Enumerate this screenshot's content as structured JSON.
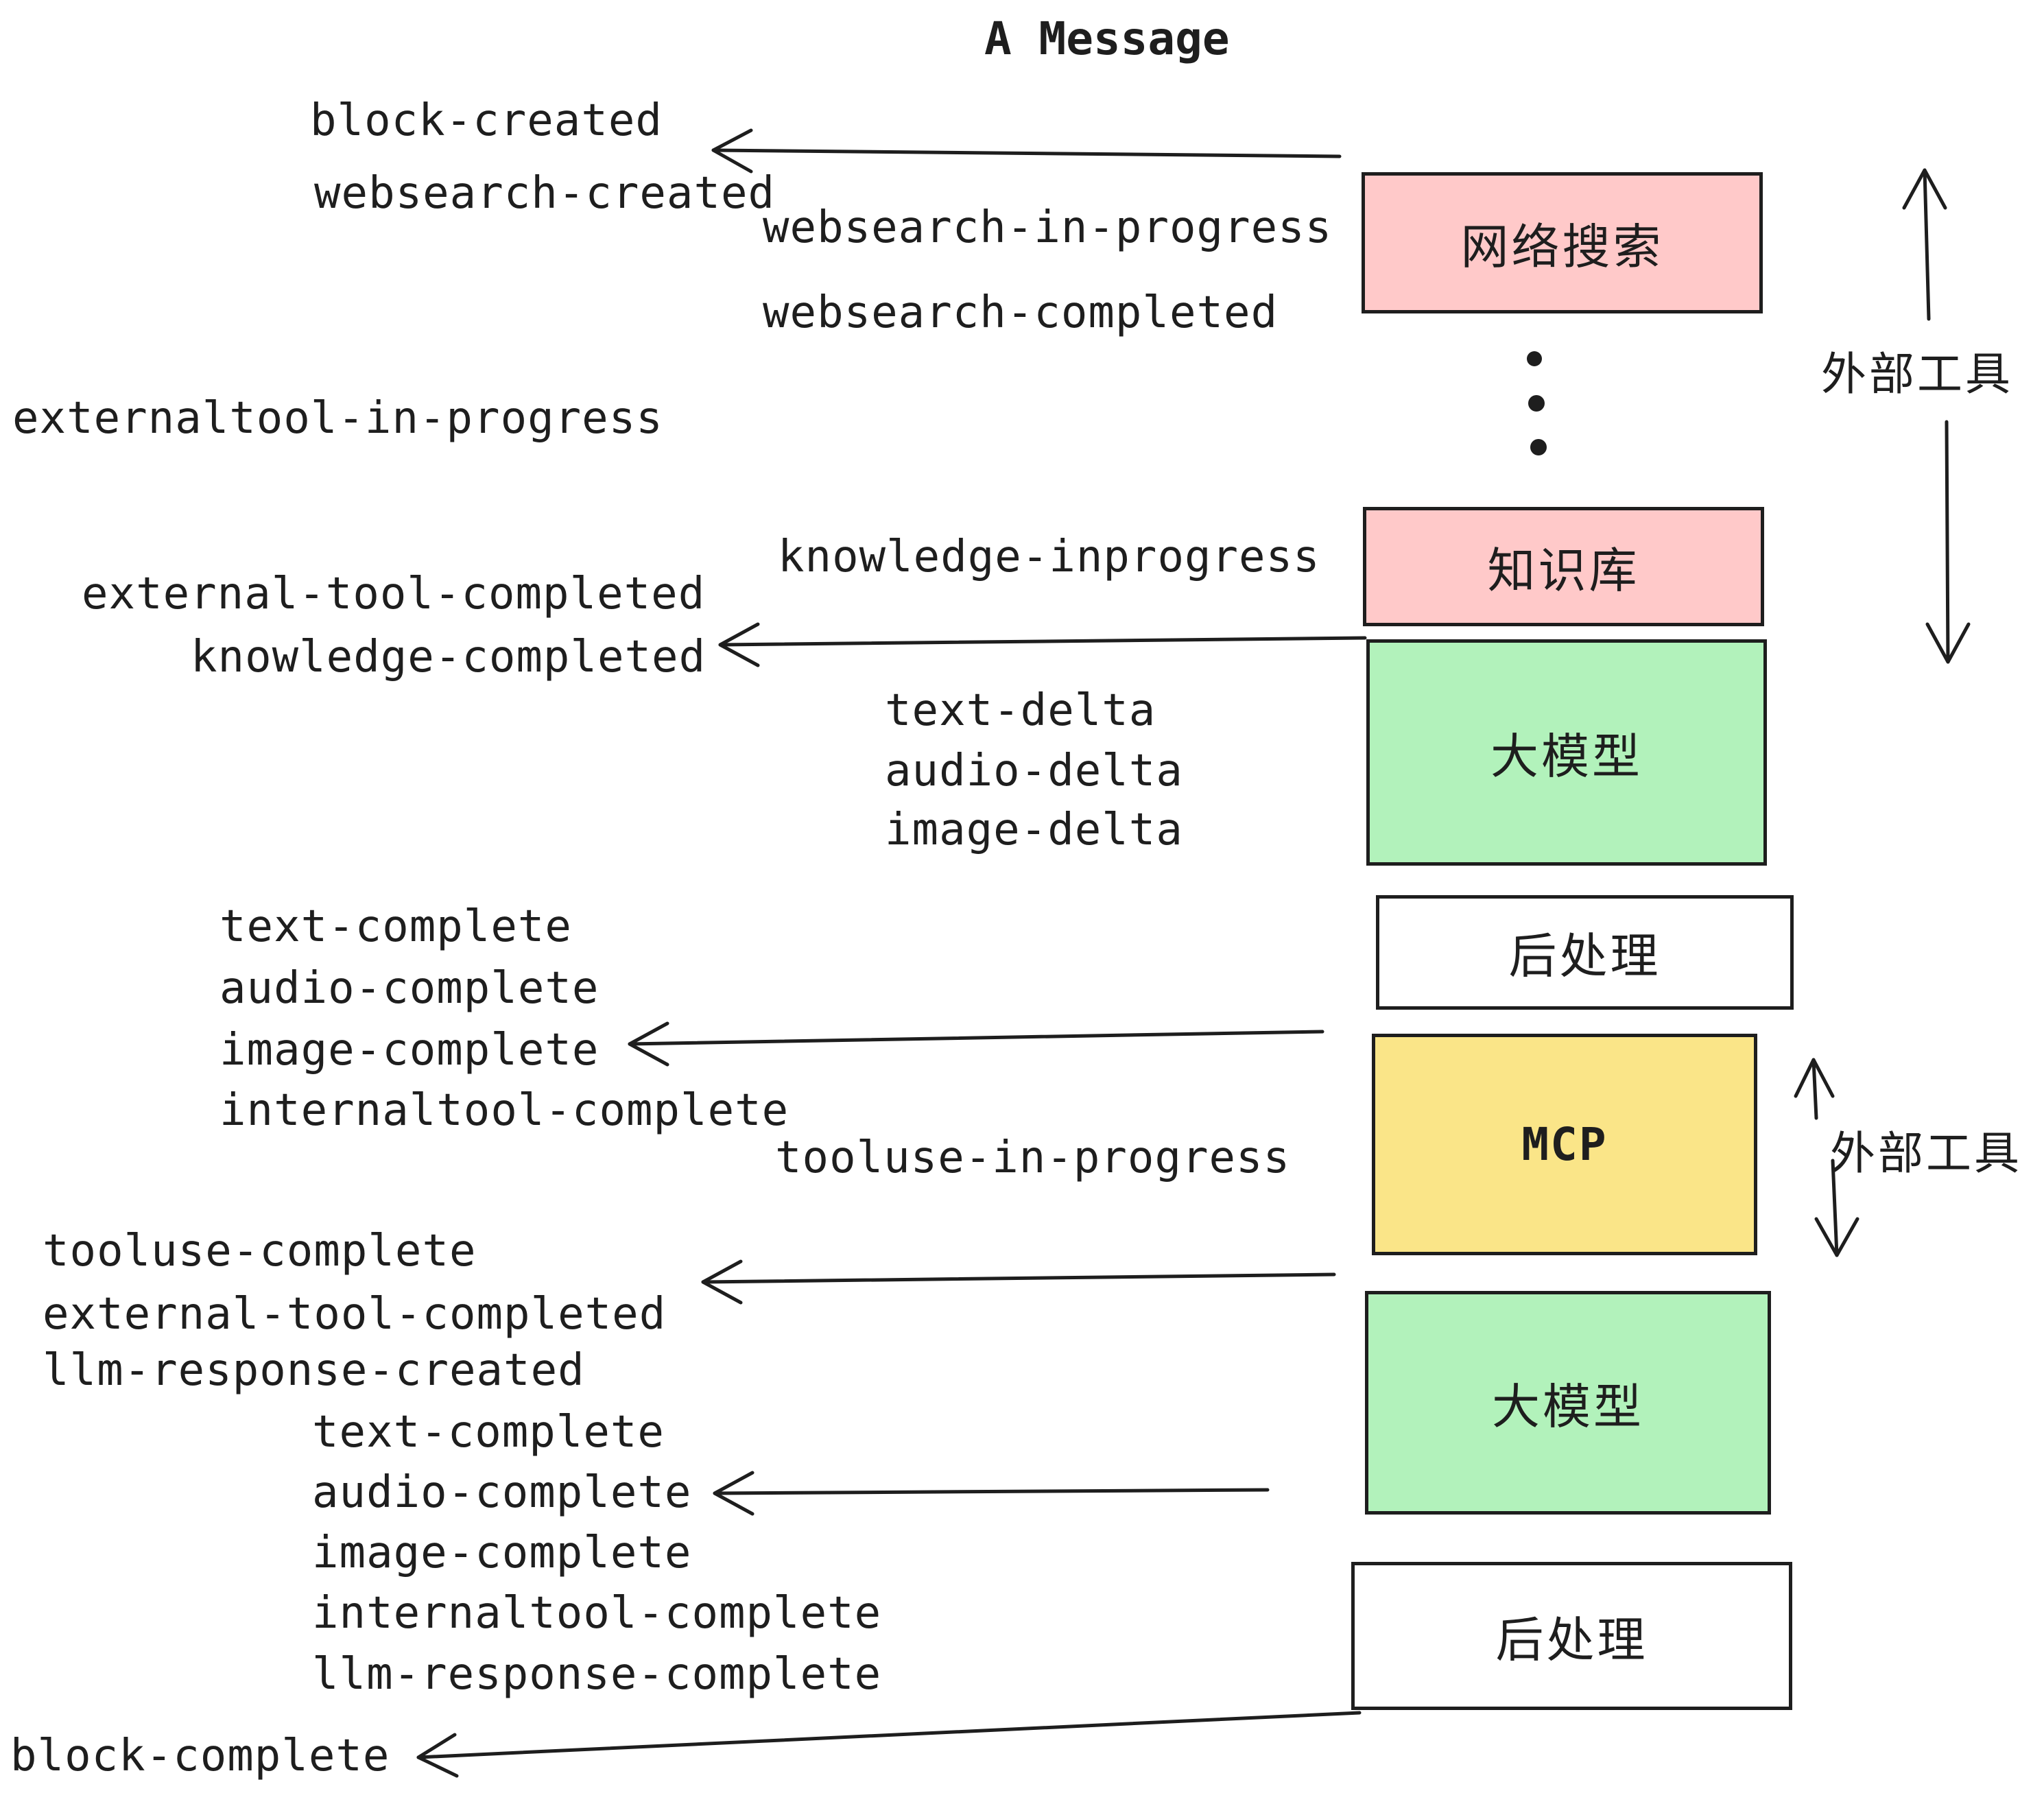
{
  "title": "A Message",
  "events": [
    "block-created",
    "websearch-created",
    "websearch-in-progress",
    "websearch-completed",
    "externaltool-in-progress",
    "knowledge-inprogress",
    "external-tool-completed",
    "knowledge-completed",
    "text-delta",
    "audio-delta",
    "image-delta",
    "text-complete",
    "audio-complete",
    "image-complete",
    "internaltool-complete",
    "tooluse-in-progress",
    "tooluse-complete",
    "external-tool-completed",
    "llm-response-created",
    "text-complete",
    "audio-complete",
    "image-complete",
    "internaltool-complete",
    "llm-response-complete",
    "block-complete"
  ],
  "boxes": {
    "websearch": {
      "label": "网络搜索",
      "fill": "#ffc9c9"
    },
    "knowledge": {
      "label": "知识库",
      "fill": "#ffc9c9"
    },
    "llm1": {
      "label": "大模型",
      "fill": "#b2f2bb"
    },
    "post1": {
      "label": "后处理",
      "fill": "#ffffff"
    },
    "mcp": {
      "label": "MCP",
      "fill": "#fae588"
    },
    "llm2": {
      "label": "大模型",
      "fill": "#b2f2bb"
    },
    "post2": {
      "label": "后处理",
      "fill": "#ffffff"
    }
  },
  "side_labels": {
    "external_tools_top": "外部工具",
    "external_tools_mid": "外部工具"
  },
  "colors": {
    "ink": "#1e1e1e",
    "pink": "#ffc9c9",
    "green": "#b2f2bb",
    "yellow": "#fae588",
    "white": "#ffffff"
  }
}
